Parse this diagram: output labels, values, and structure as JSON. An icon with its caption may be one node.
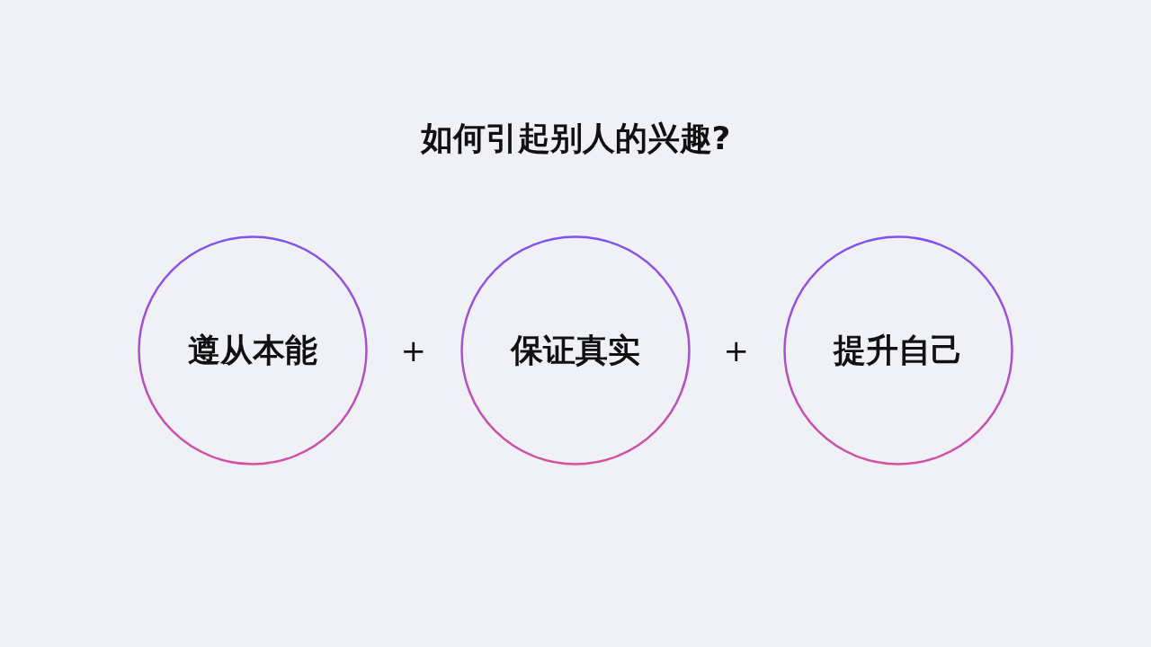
{
  "diagram": {
    "title": "如何引起别人的兴趣?",
    "nodes": [
      {
        "text": [
          "遵从本能"
        ]
      },
      {
        "text": [
          "保证真实"
        ]
      },
      {
        "text": [
          "提升自己"
        ]
      }
    ],
    "labels": [
      "+",
      "+"
    ]
  }
}
